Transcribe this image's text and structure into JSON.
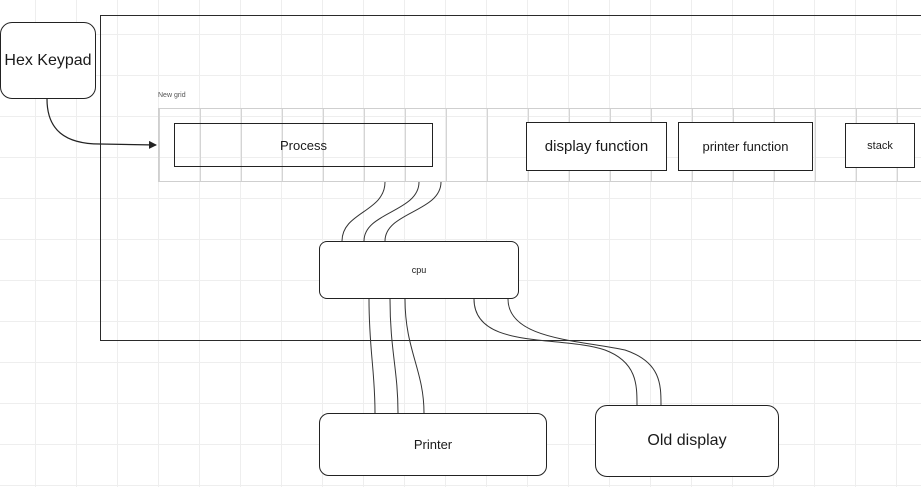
{
  "canvas": {
    "grid_label": "New grid"
  },
  "nodes": {
    "hex_keypad": "Hex Keypad",
    "process": "Process",
    "display_function": "display function",
    "printer_function": "printer function",
    "stack": "stack",
    "cpu": "cpu",
    "printer": "Printer",
    "old_display": "Old display"
  },
  "colors": {
    "stroke": "#222222",
    "grid": "#eeeeee",
    "background": "#ffffff"
  }
}
